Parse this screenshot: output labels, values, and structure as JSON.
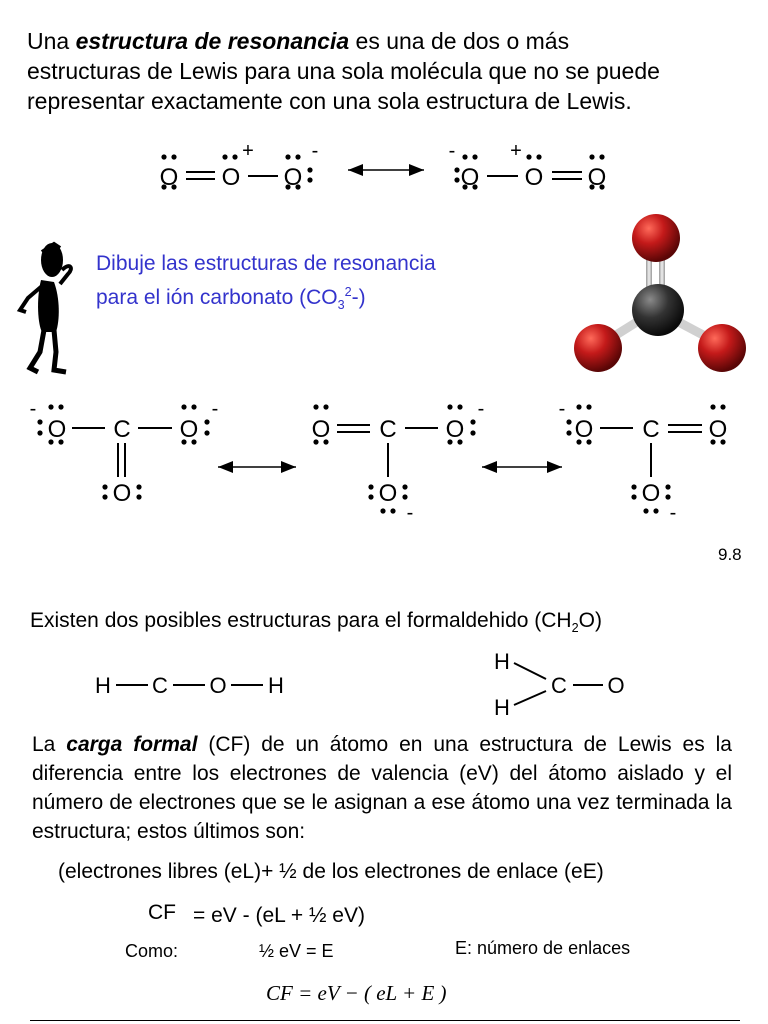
{
  "resonance": {
    "line1_pre": "Una ",
    "line1_term": "estructura de resonancia",
    "line1_post": " es una de dos o más",
    "line2": "estructuras de Lewis para una sola molécula  que no se puede",
    "line3": "representar exactamente con una sola estructura de Lewis."
  },
  "exercise": {
    "line1": "Dibuje las estructuras de resonancia",
    "line2_pre": "para el ión carbonato (CO",
    "sub": "3",
    "sup": "2",
    "line2_post": "-)",
    "color": "#3333cc"
  },
  "page_number": "9.8",
  "formaldehyde": {
    "text_pre": "Existen dos posibles estructuras para el formaldehido (CH",
    "sub": "2",
    "text_post": "O)"
  },
  "formal_charge": {
    "p_pre": "La ",
    "p_term": "carga formal",
    "p_post": "  (CF) de un átomo en una estructura de Lewis es la diferencia entre los electrones de valencia (eV) del átomo aislado y el número de electrones que se le asignan a ese átomo una vez terminada la estructura; estos últimos son:",
    "assigned": "(electrones libres (eL)+   ½ de los electrones de enlace (eE)",
    "cf_label": "CF",
    "cf_formula": "= eV   - (eL + ½ eV)",
    "como": "Como:",
    "half_ev": "½ eV = E",
    "e_def": "E: número de enlaces",
    "final_formula": "CF = eV − ( eL + E )"
  },
  "atoms": {
    "O": "O",
    "C": "C",
    "H": "H"
  },
  "charges": {
    "plus": "+",
    "minus": "-"
  },
  "colors": {
    "oxygen_sphere": "#c41a1a",
    "carbon_sphere": "#333333",
    "bond": "#cccccc"
  }
}
